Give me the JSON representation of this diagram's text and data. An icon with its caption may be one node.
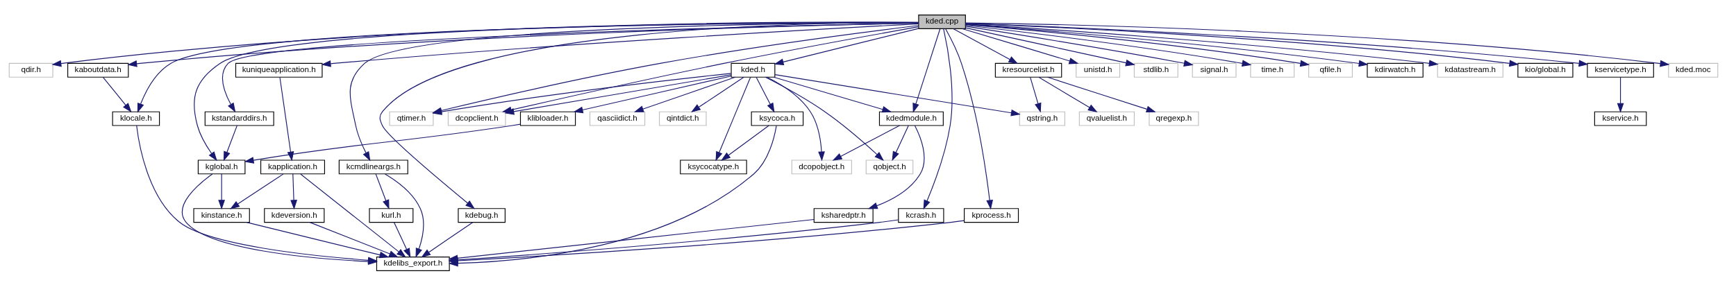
{
  "diagram": {
    "nodes": [
      {
        "text": [
          "kded.cpp"
        ]
      },
      {
        "text": [
          "qdir.h"
        ]
      },
      {
        "text": [
          "kded.h"
        ]
      },
      {
        "text": [
          "kresourcelist.h"
        ]
      },
      {
        "text": [
          "unistd.h"
        ]
      },
      {
        "text": [
          "stdlib.h"
        ]
      },
      {
        "text": [
          "signal.h"
        ]
      },
      {
        "text": [
          "time.h"
        ]
      },
      {
        "text": [
          "qfile.h"
        ]
      },
      {
        "text": [
          "kaboutdata.h"
        ]
      },
      {
        "text": [
          "kdirwatch.h"
        ]
      },
      {
        "text": [
          "kdatastream.h"
        ]
      },
      {
        "text": [
          "kio/global.h"
        ]
      },
      {
        "text": [
          "kservicetype.h"
        ]
      },
      {
        "text": [
          "kded.moc"
        ]
      },
      {
        "text": [
          "qtimer.h"
        ]
      },
      {
        "text": [
          "dcopclient.h"
        ]
      },
      {
        "text": [
          "ksycoca.h"
        ]
      },
      {
        "text": [
          "qasciidict.h"
        ]
      },
      {
        "text": [
          "qintdict.h"
        ]
      },
      {
        "text": [
          "kdedmodule.h"
        ]
      },
      {
        "text": [
          "klibloader.h"
        ]
      },
      {
        "text": [
          "qstring.h"
        ]
      },
      {
        "text": [
          "kstandarddirs.h"
        ]
      },
      {
        "text": [
          "qvaluelist.h"
        ]
      },
      {
        "text": [
          "qregexp.h"
        ]
      },
      {
        "text": [
          "kuniqueapplication.h"
        ]
      },
      {
        "text": [
          "klocale.h"
        ]
      },
      {
        "text": [
          "kservice.h"
        ]
      },
      {
        "text": [
          "ksycocatype.h"
        ]
      },
      {
        "text": [
          "dcopobject.h"
        ]
      },
      {
        "text": [
          "qobject.h"
        ]
      },
      {
        "text": [
          "kglobal.h"
        ]
      },
      {
        "text": [
          "kapplication.h"
        ]
      },
      {
        "text": [
          "kcmdlineargs.h"
        ]
      },
      {
        "text": [
          "kdebug.h"
        ]
      },
      {
        "text": [
          "ksharedptr.h"
        ]
      },
      {
        "text": [
          "kcrash.h"
        ]
      },
      {
        "text": [
          "kinstance.h"
        ]
      },
      {
        "text": [
          "kdeversion.h"
        ]
      },
      {
        "text": [
          "kurl.h"
        ]
      },
      {
        "text": [
          "kprocess.h"
        ]
      },
      {
        "text": [
          "kdelibs_export.h"
        ]
      }
    ],
    "edges": [
      {
        "from": 0,
        "to": 1,
        "arrow": "to"
      },
      {
        "from": 0,
        "to": 2,
        "arrow": "to"
      },
      {
        "from": 0,
        "to": 3,
        "arrow": "to"
      },
      {
        "from": 0,
        "to": 4,
        "arrow": "to"
      },
      {
        "from": 0,
        "to": 5,
        "arrow": "to"
      },
      {
        "from": 0,
        "to": 6,
        "arrow": "to"
      },
      {
        "from": 0,
        "to": 7,
        "arrow": "to"
      },
      {
        "from": 0,
        "to": 8,
        "arrow": "to"
      },
      {
        "from": 0,
        "to": 9,
        "arrow": "to"
      },
      {
        "from": 0,
        "to": 10,
        "arrow": "to"
      },
      {
        "from": 0,
        "to": 11,
        "arrow": "to"
      },
      {
        "from": 0,
        "to": 12,
        "arrow": "to"
      },
      {
        "from": 0,
        "to": 13,
        "arrow": "to"
      },
      {
        "from": 0,
        "to": 14,
        "arrow": "to"
      },
      {
        "from": 0,
        "to": 15,
        "arrow": "to"
      },
      {
        "from": 0,
        "to": 16,
        "arrow": "to"
      },
      {
        "from": 0,
        "to": 20,
        "arrow": "to"
      },
      {
        "from": 0,
        "to": 23,
        "arrow": "to"
      },
      {
        "from": 0,
        "to": 32,
        "arrow": "to"
      },
      {
        "from": 0,
        "to": 26,
        "arrow": "to"
      },
      {
        "from": 0,
        "to": 27,
        "arrow": "to"
      },
      {
        "from": 0,
        "to": 37,
        "arrow": "to"
      },
      {
        "from": 0,
        "to": 34,
        "arrow": "to"
      },
      {
        "from": 0,
        "to": 41,
        "arrow": "to"
      },
      {
        "from": 0,
        "to": 35,
        "arrow": "to"
      },
      {
        "from": 2,
        "to": 15,
        "arrow": "to"
      },
      {
        "from": 2,
        "to": 16,
        "arrow": "to"
      },
      {
        "from": 2,
        "to": 17,
        "arrow": "to"
      },
      {
        "from": 2,
        "to": 29,
        "arrow": "to"
      },
      {
        "from": 2,
        "to": 30,
        "arrow": "to"
      },
      {
        "from": 2,
        "to": 18,
        "arrow": "to"
      },
      {
        "from": 2,
        "to": 19,
        "arrow": "to"
      },
      {
        "from": 2,
        "to": 31,
        "arrow": "to"
      },
      {
        "from": 2,
        "to": 20,
        "arrow": "to"
      },
      {
        "from": 2,
        "to": 21,
        "arrow": "to"
      },
      {
        "from": 2,
        "to": 22,
        "arrow": "to"
      },
      {
        "from": 3,
        "to": 22,
        "arrow": "to"
      },
      {
        "from": 3,
        "to": 24,
        "arrow": "to"
      },
      {
        "from": 3,
        "to": 25,
        "arrow": "to"
      },
      {
        "from": 9,
        "to": 27,
        "arrow": "to"
      },
      {
        "from": 13,
        "to": 28,
        "arrow": "to"
      },
      {
        "from": 17,
        "to": 29,
        "arrow": "to"
      },
      {
        "from": 17,
        "to": 42,
        "arrow": "to"
      },
      {
        "from": 20,
        "to": 30,
        "arrow": "to"
      },
      {
        "from": 20,
        "to": 31,
        "arrow": "to"
      },
      {
        "from": 20,
        "to": 36,
        "arrow": "to"
      },
      {
        "from": 21,
        "to": 32,
        "arrow": "to"
      },
      {
        "from": 23,
        "to": 32,
        "arrow": "to"
      },
      {
        "from": 26,
        "to": 33,
        "arrow": "to"
      },
      {
        "from": 27,
        "to": 42,
        "arrow": "to"
      },
      {
        "from": 32,
        "to": 38,
        "arrow": "to"
      },
      {
        "from": 32,
        "to": 42,
        "arrow": "to"
      },
      {
        "from": 33,
        "to": 38,
        "arrow": "to"
      },
      {
        "from": 33,
        "to": 42,
        "arrow": "to"
      },
      {
        "from": 33,
        "to": 39,
        "arrow": "to"
      },
      {
        "from": 34,
        "to": 42,
        "arrow": "to"
      },
      {
        "from": 34,
        "to": 40,
        "arrow": "to"
      },
      {
        "from": 35,
        "to": 42,
        "arrow": "to"
      },
      {
        "from": 36,
        "to": 42,
        "arrow": "to"
      },
      {
        "from": 37,
        "to": 42,
        "arrow": "to"
      },
      {
        "from": 38,
        "to": 42,
        "arrow": "to"
      },
      {
        "from": 39,
        "to": 42,
        "arrow": "to"
      },
      {
        "from": 40,
        "to": 42,
        "arrow": "to"
      },
      {
        "from": 41,
        "to": 42,
        "arrow": "to"
      }
    ]
  }
}
